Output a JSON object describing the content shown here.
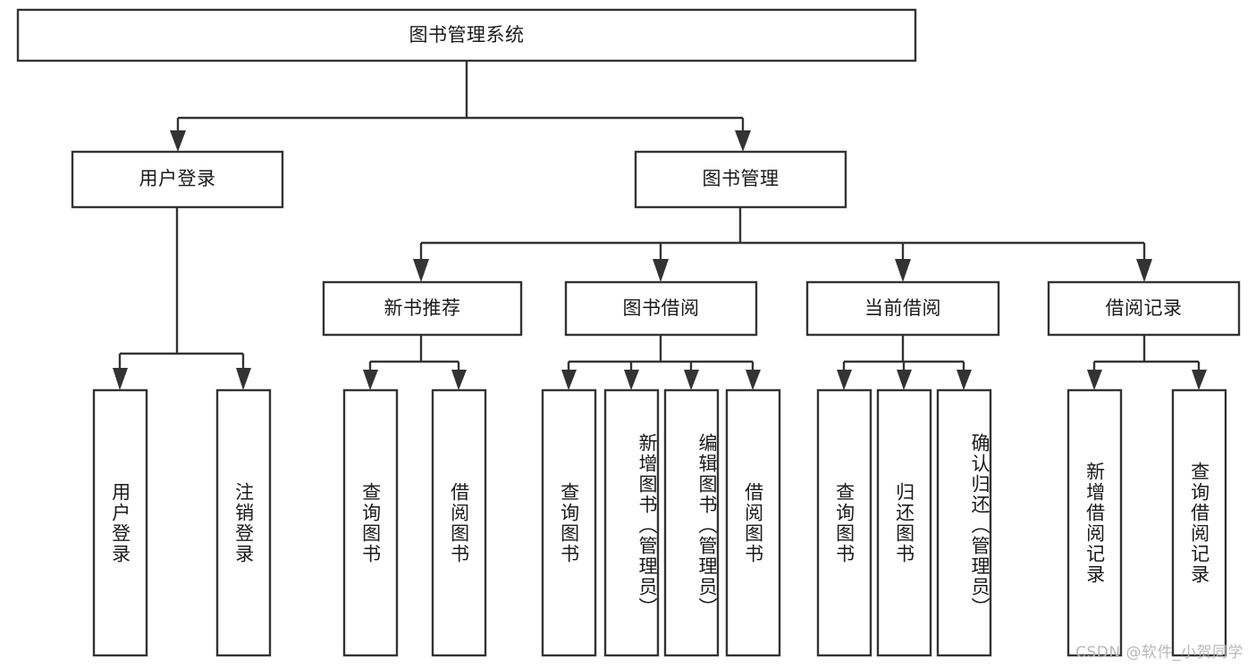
{
  "diagram": {
    "title": "图书管理系统",
    "type": "hierarchy-tree",
    "colors": {
      "box_stroke": "#333333",
      "box_fill": "#ffffff",
      "text": "#1a1a1a",
      "watermark": "#b9b9b9",
      "background": "#ffffff"
    },
    "root": {
      "label": "图书管理系统"
    },
    "level2": [
      {
        "label": "用户登录"
      },
      {
        "label": "图书管理"
      }
    ],
    "level3": [
      {
        "label": "新书推荐"
      },
      {
        "label": "图书借阅"
      },
      {
        "label": "当前借阅"
      },
      {
        "label": "借阅记录"
      }
    ],
    "leaves": {
      "user_login": [
        {
          "label": "用户登录"
        },
        {
          "label": "注销登录"
        }
      ],
      "new_book_recommend": [
        {
          "label": "查询图书"
        },
        {
          "label": "借阅图书"
        }
      ],
      "book_borrow": [
        {
          "label": "查询图书"
        },
        {
          "label": "新增图书（管理员）"
        },
        {
          "label": "编辑图书（管理员）"
        },
        {
          "label": "借阅图书"
        }
      ],
      "current_borrow": [
        {
          "label": "查询图书"
        },
        {
          "label": "归还图书"
        },
        {
          "label": "确认归还（管理员）"
        }
      ],
      "borrow_records": [
        {
          "label": "新增借阅记录"
        },
        {
          "label": "查询借阅记录"
        }
      ]
    },
    "watermark": "CSDN @软件_小贺同学"
  }
}
